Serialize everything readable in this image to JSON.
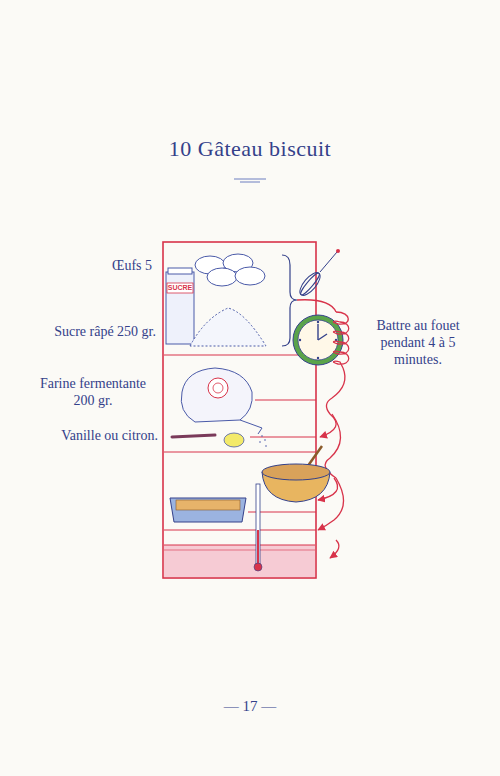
{
  "diagram": {
    "title": "10 Gâteau biscuit",
    "labels": [
      "Œufs 5",
      "Sucre râpé 250 gr.",
      "Farine fermentante 200 gr.",
      "Vanille ou citron.",
      "SUCRE",
      "Battre au fouet pendant 4 à 5 minutes.",
      "— 17 —"
    ]
  }
}
